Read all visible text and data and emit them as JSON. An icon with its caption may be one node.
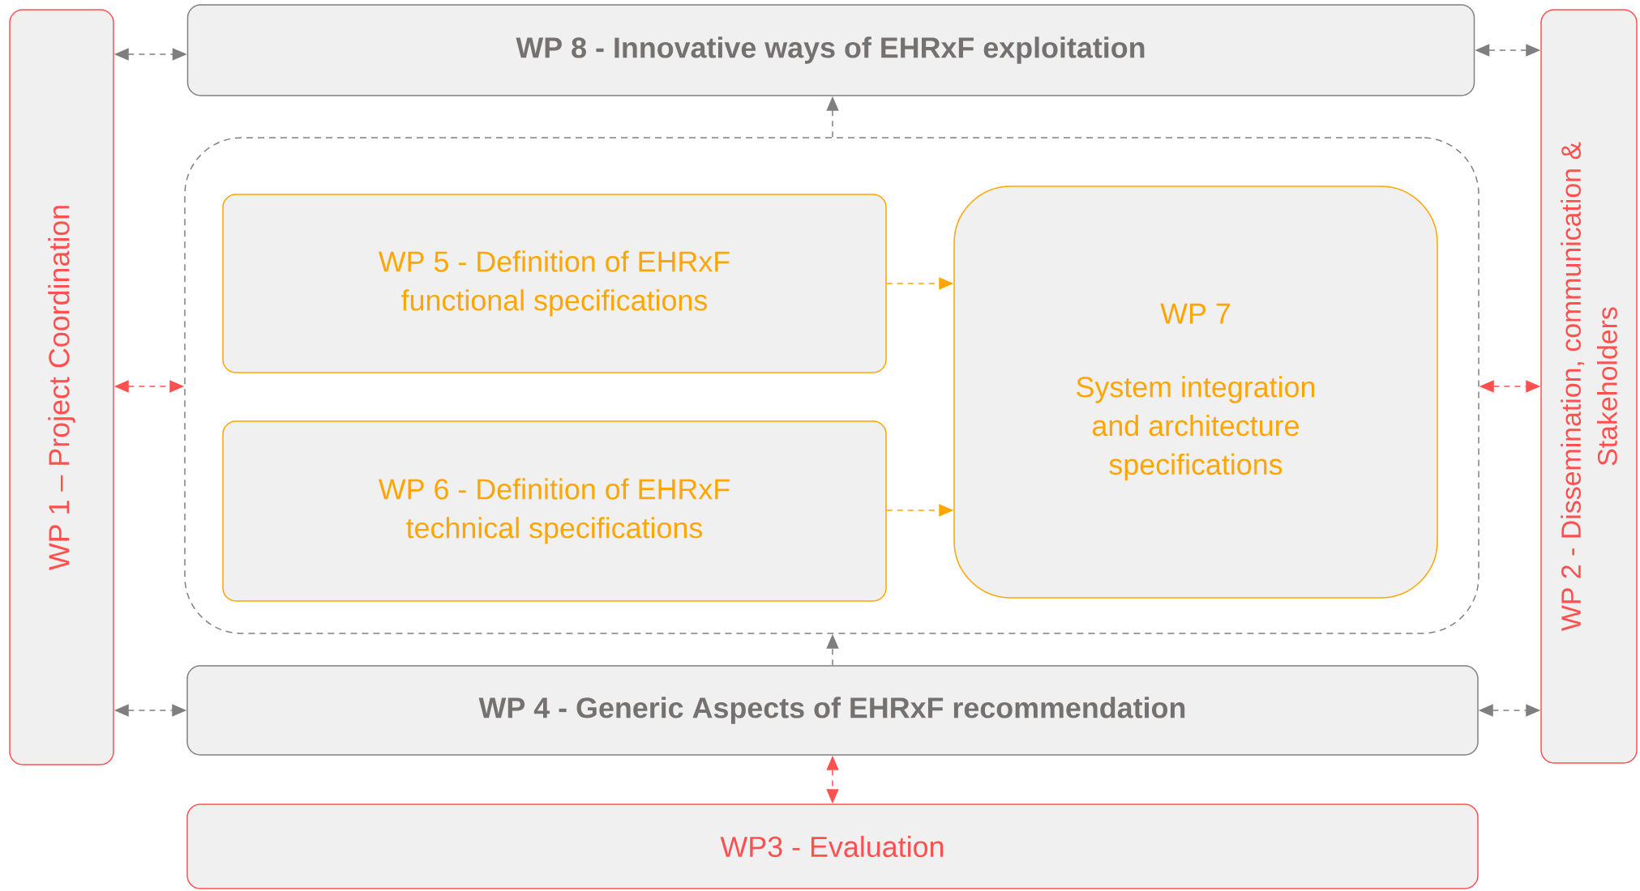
{
  "diagram": {
    "nodes": [
      {
        "text": [
          "WP 1 – Project Coordination"
        ]
      },
      {
        "text": [
          "WP 8 - Innovative ways of EHRxF exploitation"
        ]
      },
      {
        "text": [
          "WP 2 - Dissemination, communication & Stakeholders"
        ]
      },
      {
        "text": [],
        "shape": "box"
      },
      {
        "text": [
          "WP 5 - Definition of EHRxF functional specifications"
        ],
        "in": 3
      },
      {
        "text": [
          "WP 6 - Definition of EHRxF technical specifications"
        ],
        "in": 3
      },
      {
        "text": [
          "WP 7",
          "System integration and architecture specifications"
        ],
        "in": 3
      },
      {
        "text": [
          "WP 4 - Generic Aspects of EHRxF recommendation"
        ]
      },
      {
        "text": [
          "WP3  - Evaluation"
        ]
      }
    ],
    "edges": [
      {
        "from": 0,
        "to": 1,
        "arrow": "both",
        "style": "dashed"
      },
      {
        "from": 0,
        "to": 3,
        "arrow": "both",
        "style": "dashed",
        "color": "#ff5050"
      },
      {
        "from": 0,
        "to": 7,
        "arrow": "both",
        "style": "dashed"
      },
      {
        "from": 1,
        "to": 2,
        "arrow": "both",
        "style": "dashed"
      },
      {
        "from": 3,
        "to": 2,
        "arrow": "both",
        "style": "dashed",
        "color": "#ff5050"
      },
      {
        "from": 7,
        "to": 2,
        "arrow": "both",
        "style": "dashed"
      },
      {
        "from": 3,
        "to": 1,
        "arrow": "to",
        "style": "dashed"
      },
      {
        "from": 7,
        "to": 3,
        "arrow": "to",
        "style": "dashed"
      },
      {
        "from": 4,
        "to": 6,
        "arrow": "to",
        "style": "dashed",
        "color": "#ffa500"
      },
      {
        "from": 5,
        "to": 6,
        "arrow": "to",
        "style": "dashed",
        "color": "#ffa500"
      },
      {
        "from": 7,
        "to": 8,
        "arrow": "both",
        "style": "dashed",
        "color": "#ff5050"
      }
    ]
  }
}
